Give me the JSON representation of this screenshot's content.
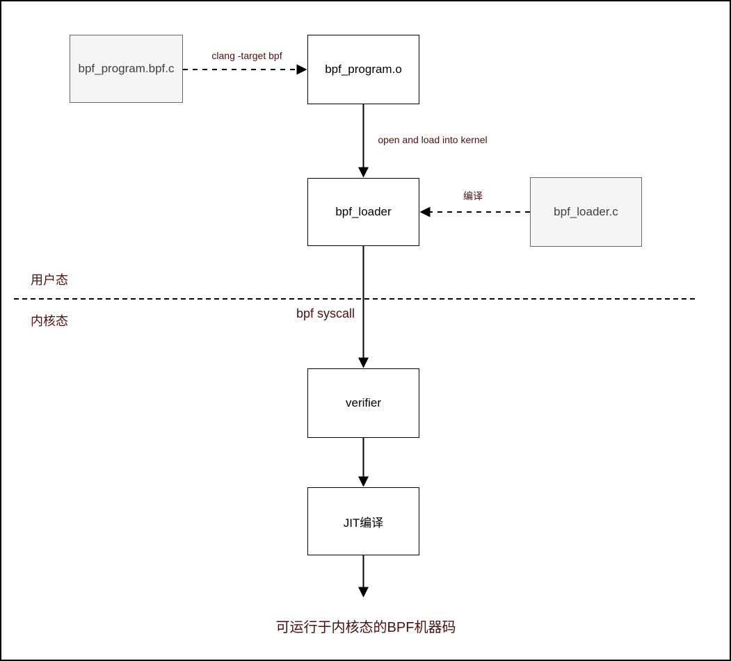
{
  "colors": {
    "annotation": "#4d0f0f",
    "gray_fill": "#f5f5f5",
    "gray_border": "#666666",
    "gray_text": "#3f3f3f",
    "line": "#000000",
    "background": "#ffffff"
  },
  "nodes": {
    "bpf_program_src": {
      "label": "bpf_program.bpf.c",
      "style": "gray-file"
    },
    "bpf_program_obj": {
      "label": "bpf_program.o",
      "style": "white"
    },
    "bpf_loader": {
      "label": "bpf_loader",
      "style": "white"
    },
    "bpf_loader_src": {
      "label": "bpf_loader.c",
      "style": "gray-file"
    },
    "verifier": {
      "label": "verifier",
      "style": "white"
    },
    "jit": {
      "label": "JIT编译",
      "style": "white"
    }
  },
  "edges": {
    "clang": {
      "label": "clang -target bpf",
      "style": "dashed",
      "from": "bpf_program_src",
      "to": "bpf_program_obj"
    },
    "open_load": {
      "label": "open and load into kernel",
      "style": "solid",
      "from": "bpf_program_obj",
      "to": "bpf_loader"
    },
    "compile": {
      "label": "编译",
      "style": "dashed",
      "from": "bpf_loader_src",
      "to": "bpf_loader"
    },
    "syscall": {
      "label": "bpf syscall",
      "style": "solid",
      "from": "bpf_loader",
      "to": "verifier"
    },
    "verify_to_jit": {
      "label": "",
      "style": "solid",
      "from": "verifier",
      "to": "jit"
    },
    "jit_to_output": {
      "label": "",
      "style": "solid",
      "from": "jit",
      "to": "output_text"
    }
  },
  "regions": {
    "user_mode": "用户态",
    "kernel_mode": "内核态"
  },
  "output": {
    "label": "可运行于内核态的BPF机器码"
  }
}
